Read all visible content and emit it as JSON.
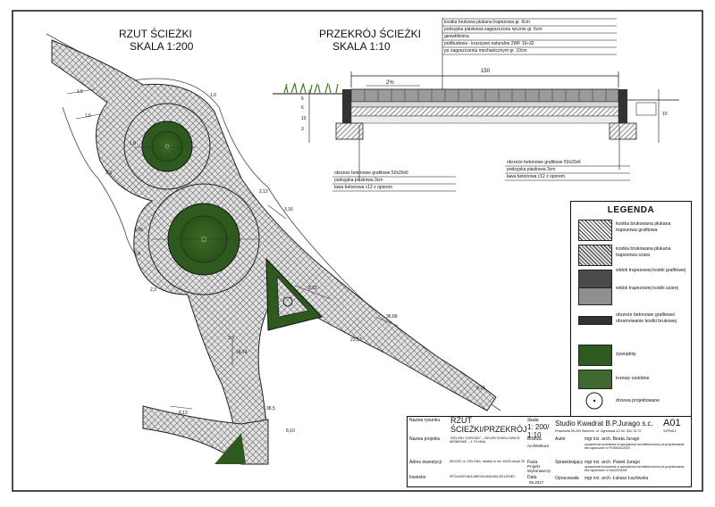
{
  "plan": {
    "title_line1": "RZUT ŚCIEŻKI",
    "title_line2": "SKALA 1:200",
    "dimensions": [
      "1,5",
      "1,6",
      "1,8",
      "1,6",
      "2,3",
      "2,12",
      "3,16",
      "3,95",
      "3,9",
      "2,3",
      "8,15",
      "23,57",
      "36,89",
      "3,9",
      "18,74",
      "8,10",
      "38,5",
      "8,12",
      "5,14"
    ]
  },
  "section": {
    "title_line1": "PRZEKRÓJ ŚCIEŻKI",
    "title_line2": "SKALA 1:10",
    "slope": "2%",
    "width": "150",
    "layers_top": [
      "kostka brukowa płukana trapezowa gr. 6cm",
      "podsypka piaskowa zagęszczona ręcznie gr. 6cm",
      "geowłóknina",
      "podbudowa - kruszywo naturalne 2WF 16÷32",
      "po zagęszczeniu mechanicznym gr. 10cm"
    ],
    "layers_right": [
      "obrzeże betonowe grafitowe 50x20x6",
      "podsypka piaskowa 3cm",
      "ława betonowa c12 z oporem"
    ],
    "layers_left": [
      "obrzeże betonowe grafitowe 50x20x6",
      "podsypka piaskowa 3cm",
      "ława betonowa c12 z oporem"
    ],
    "dims_side": [
      "6",
      "6",
      "10",
      "3",
      "10"
    ]
  },
  "legend": {
    "title": "LEGENDA",
    "items": [
      {
        "label": "kostka brukowana płukana trapezowa grafitowa"
      },
      {
        "label": "kostka brukowana płukana trapezowa szara"
      },
      {
        "label": "widok trapezowej kostki grafitowej"
      },
      {
        "label": "widok trapezowej kostki szarej"
      },
      {
        "label": "obrzeże betonowe grafitowe/ obramowanie kostki brukowej"
      },
      {
        "label": "żywopłoty"
      },
      {
        "label": "krzewy ozdobne"
      },
      {
        "label": "drzewa projektowane"
      }
    ],
    "colors": {
      "hedge": "#2f5a1f",
      "shrub": "#3f6a2f",
      "dark_paver": "#4a4a4a",
      "grey_paver": "#8f8f8f"
    }
  },
  "titleblock": {
    "drawing_label": "Nazwa rysunku",
    "drawing_title1": "RZUT",
    "drawing_title2": "ŚCIEŻKI/PRZEKRÓJ",
    "scale_label": "Skala",
    "scale": "1: 200/ 1:10",
    "studio": "Studio Kwadrat B.P.Jurago s.c.",
    "sheet_no": "A01",
    "address": "Pracownia 05-200 Wołomin, ul. Ogrodowa 2/2 tel. 531-76-72",
    "sheet_label": "SZPNA 1",
    "project_label": "Nazwa projektu",
    "project_text": "\"ZIELONY OGRODU\" – ZIELEŃ OSIEDLOWA W WIŚNIEWIE – 4 TH MIAŁ",
    "branch_label": "Branża",
    "branch": "Architektura",
    "author_label": "Autor",
    "author": "mgr inż. arch. Beata Jurago",
    "author_note": "uprawnienia budowlane w specjalności architektonicznej do projektowania bez ograniczeń nr POM/181/2003",
    "address_label": "Adres inwestycji",
    "address_inv": "ZIELEŃ, ul. ZIELONA, działka nr ew. 45/26 obręb 25",
    "stage_label": "Faza",
    "stage": "Projekt Wykonawczy",
    "checker_label": "Sprawdzający",
    "checker": "mgr inż. arch. Paweł Jurago",
    "checker_note": "uprawnienia budowlane w specjalności architektonicznej do projektowania bez ograniczeń nr MAZ/0/01/06",
    "investor_label": "Inwestor",
    "investor": "SPÓŁDZIELNIA MIESZKANIOWA ZIELENIEC",
    "date_label": "Data",
    "date": "05.2017",
    "drafter_label": "Opracowała",
    "drafter": "mgr inż. arch. Łukasz Łazówska"
  }
}
